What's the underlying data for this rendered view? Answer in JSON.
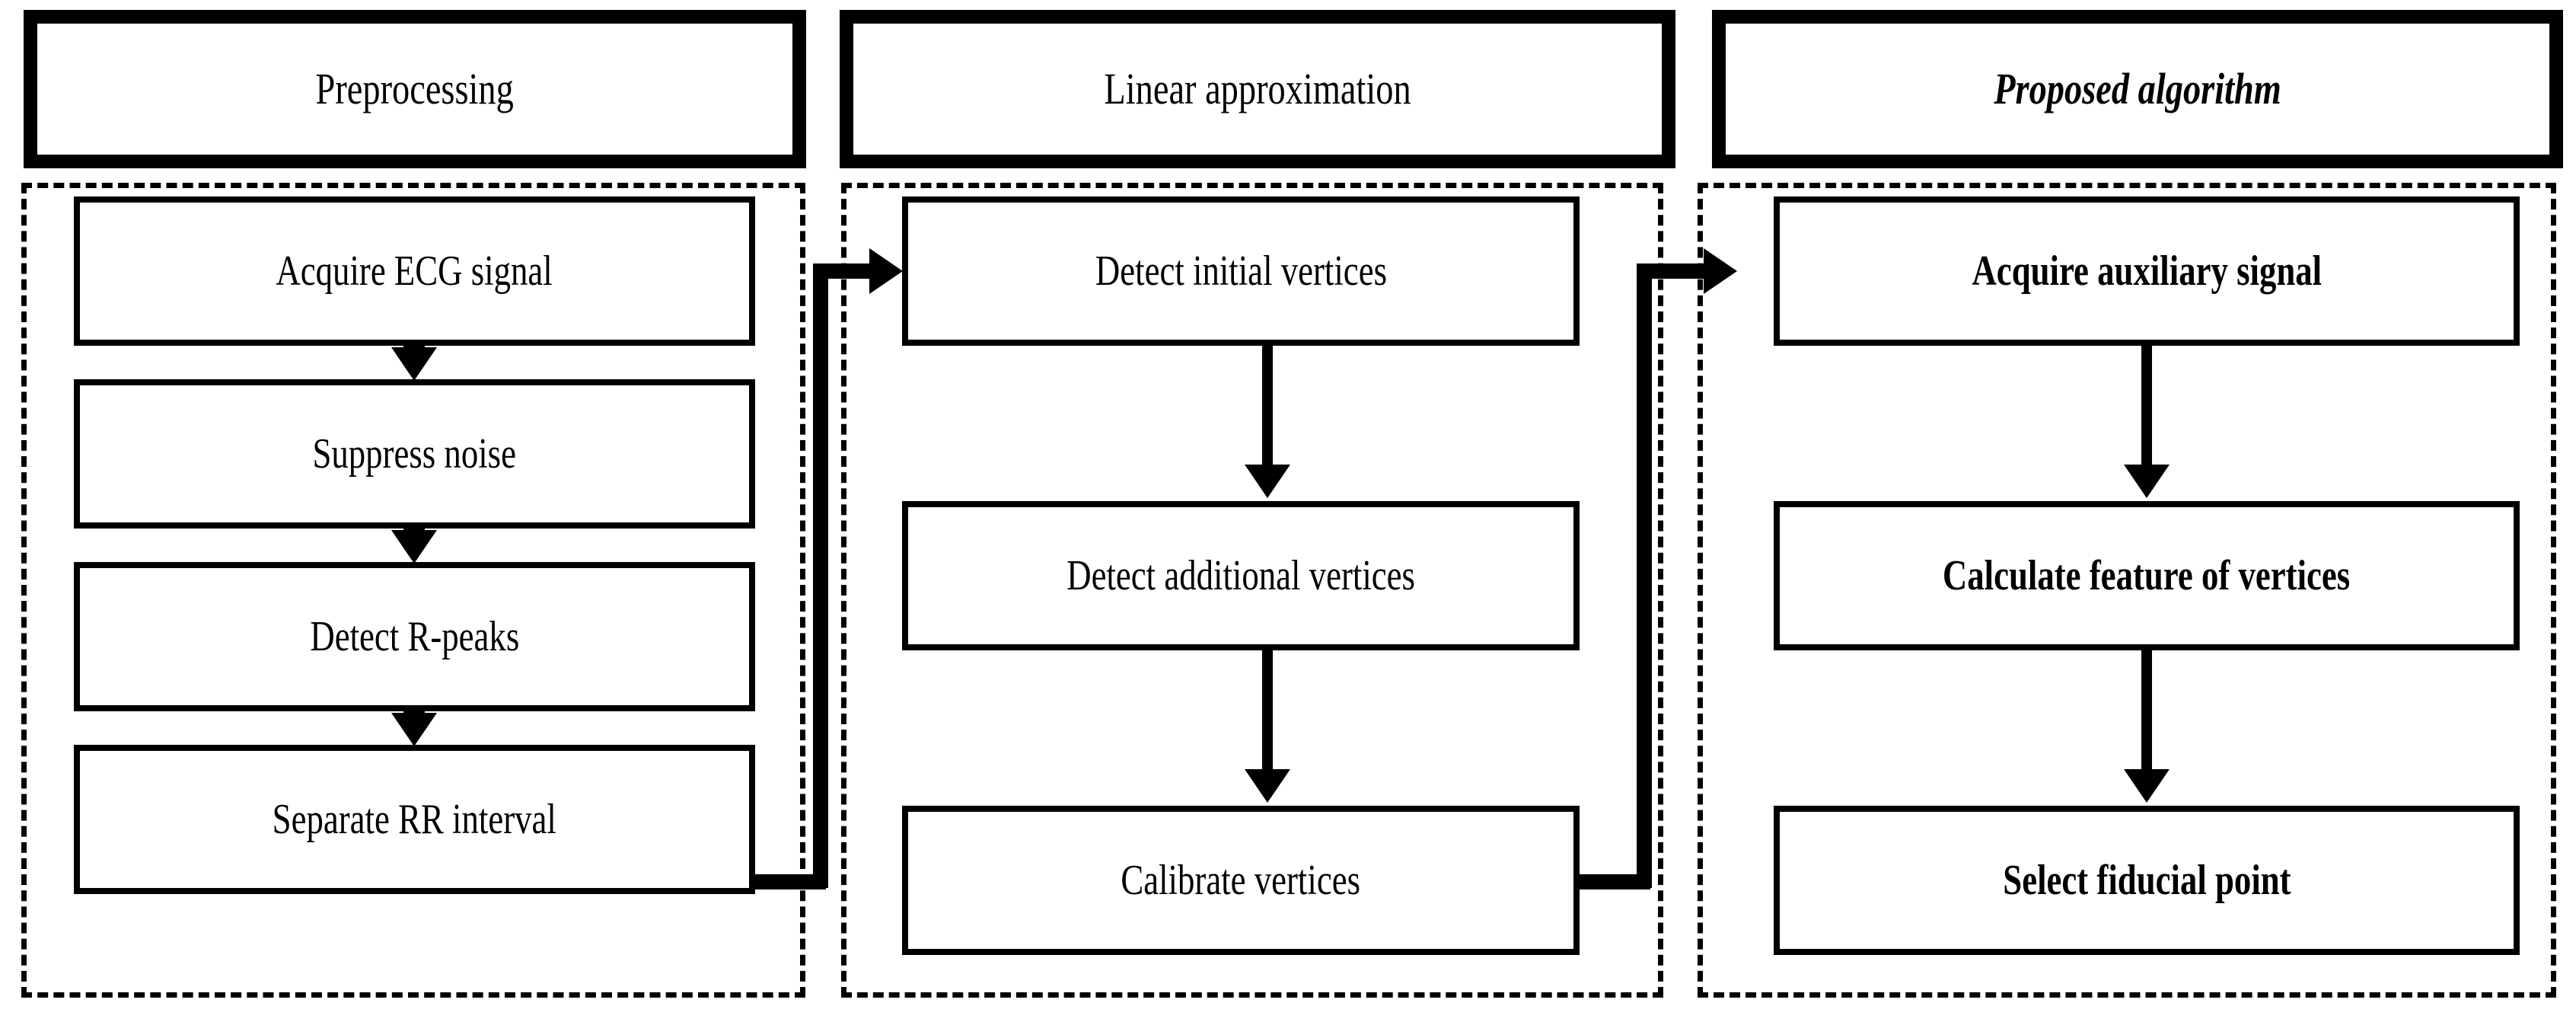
{
  "diagram": {
    "title_semantic": "ecg-fiducial-point-flowchart",
    "stages": [
      {
        "id": "preprocessing",
        "header": "Preprocessing",
        "header_style": "regular",
        "steps": [
          {
            "label": "Acquire ECG signal",
            "style": "regular"
          },
          {
            "label": "Suppress noise",
            "style": "regular"
          },
          {
            "label": "Detect R-peaks",
            "style": "regular"
          },
          {
            "label": "Separate RR interval",
            "style": "regular"
          }
        ]
      },
      {
        "id": "linear-approximation",
        "header": "Linear approximation",
        "header_style": "regular",
        "steps": [
          {
            "label": "Detect initial vertices",
            "style": "regular"
          },
          {
            "label": "Detect additional vertices",
            "style": "regular"
          },
          {
            "label": "Calibrate vertices",
            "style": "regular"
          }
        ]
      },
      {
        "id": "proposed-algorithm",
        "header": "Proposed algorithm",
        "header_style": "bold-italic",
        "steps": [
          {
            "label": "Acquire auxiliary signal",
            "style": "bold"
          },
          {
            "label": "Calculate feature of vertices",
            "style": "bold"
          },
          {
            "label": "Select fiducial point",
            "style": "bold"
          }
        ]
      }
    ],
    "connectors": [
      {
        "name": "arrow-acquire-ecg-to-suppress-noise",
        "type": "vertical-arrow"
      },
      {
        "name": "arrow-suppress-noise-to-detect-r-peaks",
        "type": "vertical-arrow"
      },
      {
        "name": "arrow-detect-r-peaks-to-separate-rr-interval",
        "type": "vertical-arrow"
      },
      {
        "name": "arrow-separate-rr-interval-to-detect-initial-vertices",
        "type": "elbow-right-arrow"
      },
      {
        "name": "arrow-detect-initial-to-detect-additional-vertices",
        "type": "vertical-arrow"
      },
      {
        "name": "arrow-detect-additional-to-calibrate-vertices",
        "type": "vertical-arrow"
      },
      {
        "name": "arrow-calibrate-vertices-to-acquire-auxiliary-signal",
        "type": "elbow-right-arrow"
      },
      {
        "name": "arrow-acquire-auxiliary-to-calculate-feature",
        "type": "vertical-arrow"
      },
      {
        "name": "arrow-calculate-feature-to-select-fiducial-point",
        "type": "vertical-arrow"
      }
    ],
    "colors": {
      "stroke": "#000000",
      "background": "#ffffff",
      "text": "#000000"
    }
  }
}
